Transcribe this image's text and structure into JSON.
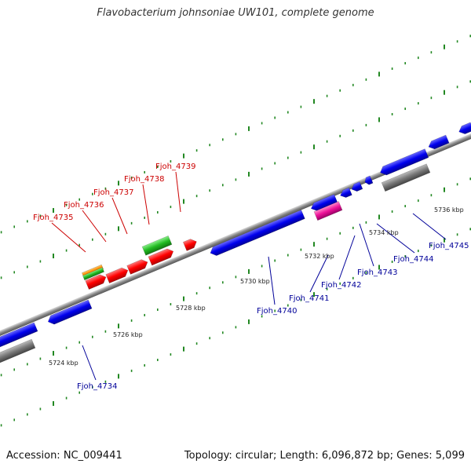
{
  "title": "Flavobacterium johnsoniae UW101, complete genome",
  "footer": {
    "accession": "Accession: NC_009441",
    "summary": "Topology: circular; Length: 6,096,872 bp; Genes: 5,099"
  },
  "colors": {
    "forward_strand": "#ff0000",
    "reverse_strand": "#0000ff",
    "rna_orange": "#ff8800",
    "rna_green": "#22bb22",
    "pink_feature": "#ee1199",
    "gray_feature": "#777777",
    "label_forward": "#cc0000",
    "label_reverse": "#000099",
    "tick_green": "#228822"
  },
  "kbp_labels": [
    "5724 kbp",
    "5726 kbp",
    "5728 kbp",
    "5730 kbp",
    "5732 kbp",
    "5734 kbp",
    "5736 kbp"
  ],
  "genes_forward": [
    "Fjoh_4735",
    "Fjoh_4736",
    "Fjoh_4737",
    "Fjoh_4738",
    "Fjoh_4739"
  ],
  "genes_reverse": [
    "Fjoh_4734",
    "Fjoh_4740",
    "Fjoh_4741",
    "Fjoh_4742",
    "Fjoh_4743",
    "Fjoh_4744",
    "Fjoh_4745"
  ]
}
